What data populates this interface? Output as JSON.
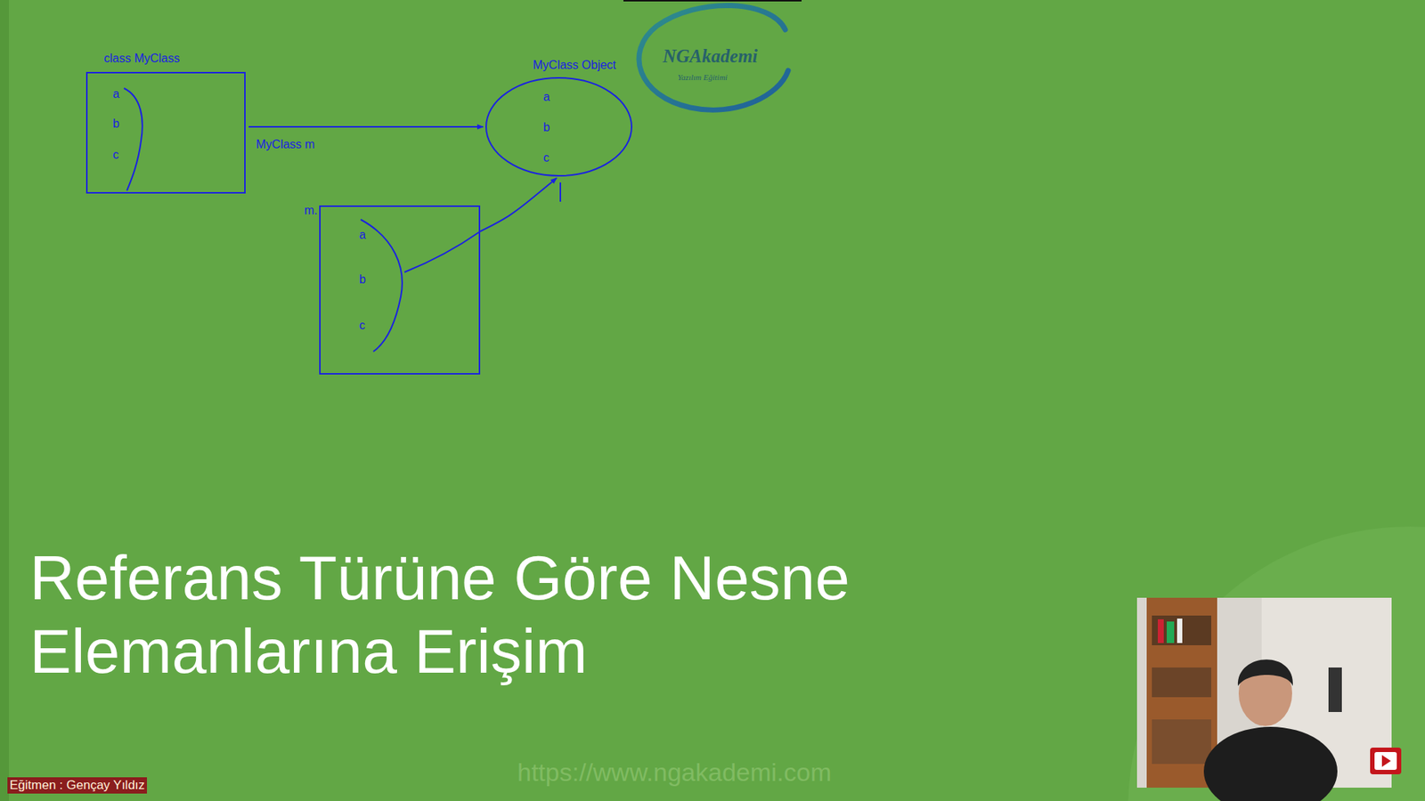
{
  "diagram": {
    "title": "Referans Türüne Göre Nesne Elemanlarına Erişim",
    "nodes": [
      {
        "text": [
          "class MyClass",
          "a",
          "b",
          "c"
        ]
      },
      {
        "text": [
          "MyClass Object",
          "a",
          "b",
          "c"
        ]
      },
      {
        "text": [
          "m.",
          "a",
          "b",
          "c"
        ]
      }
    ],
    "edges": [
      {
        "from": 0,
        "to": 1,
        "arrow": "to",
        "label": "MyClass m"
      },
      {
        "from": 2,
        "to": 1,
        "arrow": "to"
      }
    ],
    "labels": [
      "NGAkademi",
      "Yazılım Eğitimi",
      "https://www.ngakademi.com",
      "Eğitmen : Gençay Yıldız"
    ]
  }
}
